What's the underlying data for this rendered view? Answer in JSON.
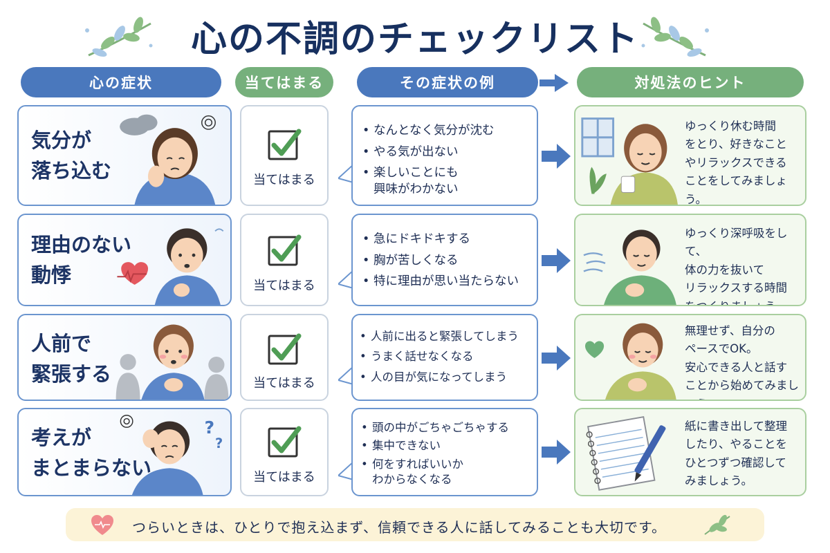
{
  "title": "心の不調のチェックリスト",
  "headers": {
    "symptom": "心の症状",
    "applies": "当てはまる",
    "examples": "その症状の例",
    "tips": "対処法のヒント"
  },
  "rows": [
    {
      "symptom": "気分が\n落ち込む",
      "check_label": "当てはまる",
      "checked": true,
      "examples": [
        "なんとなく気分が沈む",
        "やる気が出ない",
        "楽しいことにも\n興味がわかない"
      ],
      "tip": "ゆっくり休む時間\nをとり、好きなこと\nやリラックスできる\nことをしてみましょう。"
    },
    {
      "symptom": "理由のない\n動悸",
      "check_label": "当てはまる",
      "checked": true,
      "examples": [
        "急にドキドキする",
        "胸が苦しくなる",
        "特に理由が思い当たらない"
      ],
      "tip": "ゆっくり深呼吸をして、\n体の力を抜いて\nリラックスする時間\nをつくりましょう。"
    },
    {
      "symptom": "人前で\n緊張する",
      "check_label": "当てはまる",
      "checked": true,
      "examples": [
        "人前に出ると緊張してしまう",
        "うまく話せなくなる",
        "人の目が気になってしまう"
      ],
      "tip": "無理せず、自分の\nペースでOK。\n安心できる人と話す\nことから始めてみましょう。"
    },
    {
      "symptom": "考えが\nまとまらない",
      "check_label": "当てはまる",
      "checked": true,
      "examples": [
        "頭の中がごちゃごちゃする",
        "集中できない",
        "何をすればいいか\nわからなくなる"
      ],
      "tip": "紙に書き出して整理\nしたり、やることを\nひとつずつ確認して\nみましょう。"
    }
  ],
  "footer": {
    "message": "つらいときは、ひとりで抱え込まず、信頼できる人に話してみることも大切です。"
  },
  "colors": {
    "title": "#17305f",
    "header_blue": "#4a78bd",
    "header_green": "#76b07c",
    "check_green": "#4f9d55",
    "footer_bg": "#fcf3d7"
  },
  "icons": {
    "sprig": "leaf-sprig-icon",
    "check": "checkmark-icon",
    "arrow": "arrow-right-icon",
    "heart": "heart-icon",
    "leaf": "leaf-icon"
  }
}
